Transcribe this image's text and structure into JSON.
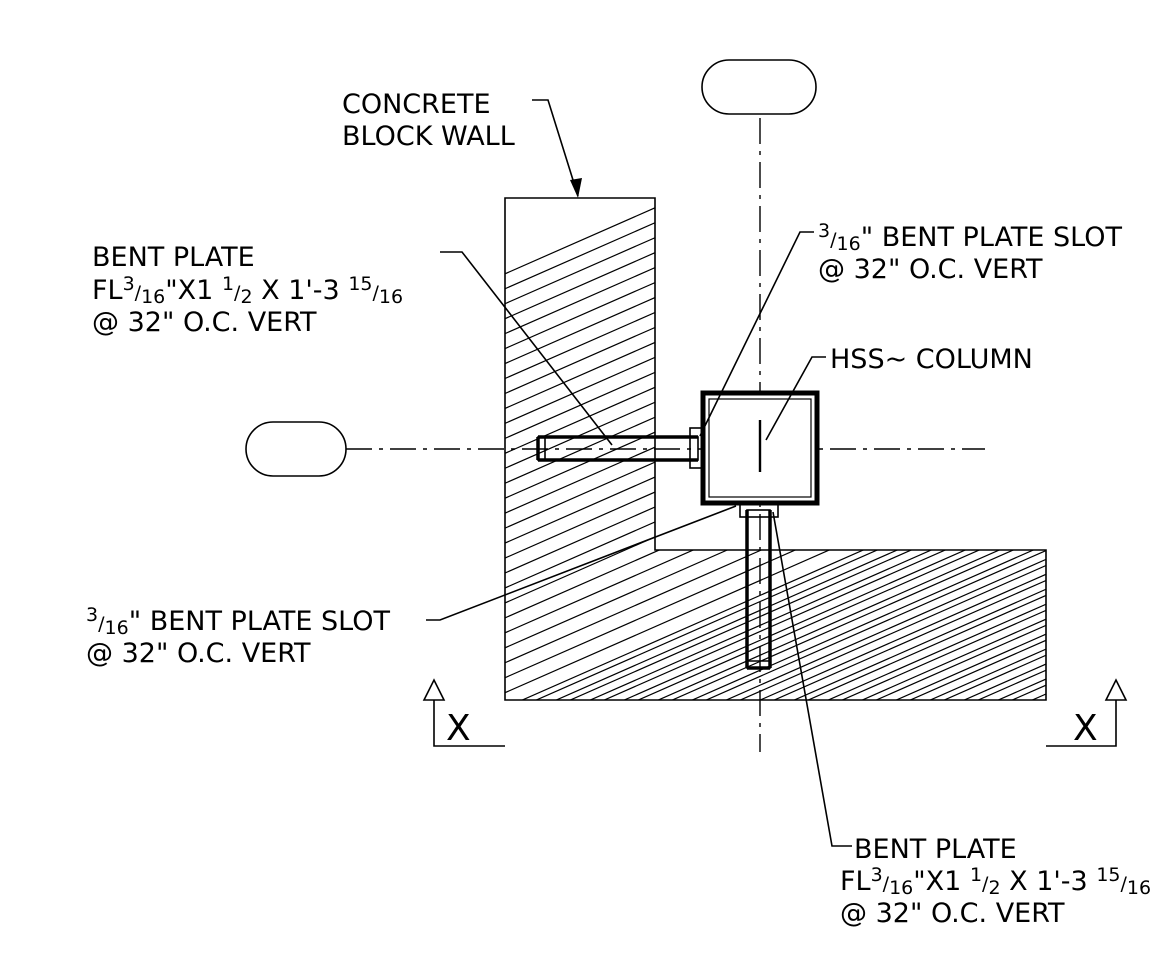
{
  "labels": {
    "wall_line1": "CONCRETE",
    "wall_line2": "BLOCK WALL",
    "bent_plate_left_line1": "BENT PLATE",
    "bent_plate_left_pre": "FL",
    "bent_plate_left_f1_num": "3",
    "bent_plate_left_f1_den": "16",
    "bent_plate_left_mid": "\"X1 ",
    "bent_plate_left_f2_num": "1",
    "bent_plate_left_f2_den": "2",
    "bent_plate_left_mid2": " X 1'-3 ",
    "bent_plate_left_f3_num": "15",
    "bent_plate_left_f3_den": "16",
    "bent_plate_left_line3": "@ 32\" O.C. VERT",
    "slot_top_num": "3",
    "slot_top_den": "16",
    "slot_top_text": "\" BENT PLATE SLOT",
    "slot_top_line2": "@ 32\" O.C. VERT",
    "hss_column": "HSS~ COLUMN",
    "slot_bottom_num": "3",
    "slot_bottom_den": "16",
    "slot_bottom_text": "\" BENT PLATE SLOT",
    "slot_bottom_line2": "@ 32\" O.C. VERT",
    "section_left": "X",
    "section_right": "X",
    "bent_plate_bottom_line1": "BENT PLATE",
    "bent_plate_bottom_pre": "FL",
    "bent_plate_bottom_f1_num": "3",
    "bent_plate_bottom_f1_den": "16",
    "bent_plate_bottom_mid": "\"X1 ",
    "bent_plate_bottom_f2_num": "1",
    "bent_plate_bottom_f2_den": "2",
    "bent_plate_bottom_mid2": " X 1'-3 ",
    "bent_plate_bottom_f3_num": "15",
    "bent_plate_bottom_f3_den": "16",
    "bent_plate_bottom_line3": "@ 32\" O.C. VERT"
  }
}
